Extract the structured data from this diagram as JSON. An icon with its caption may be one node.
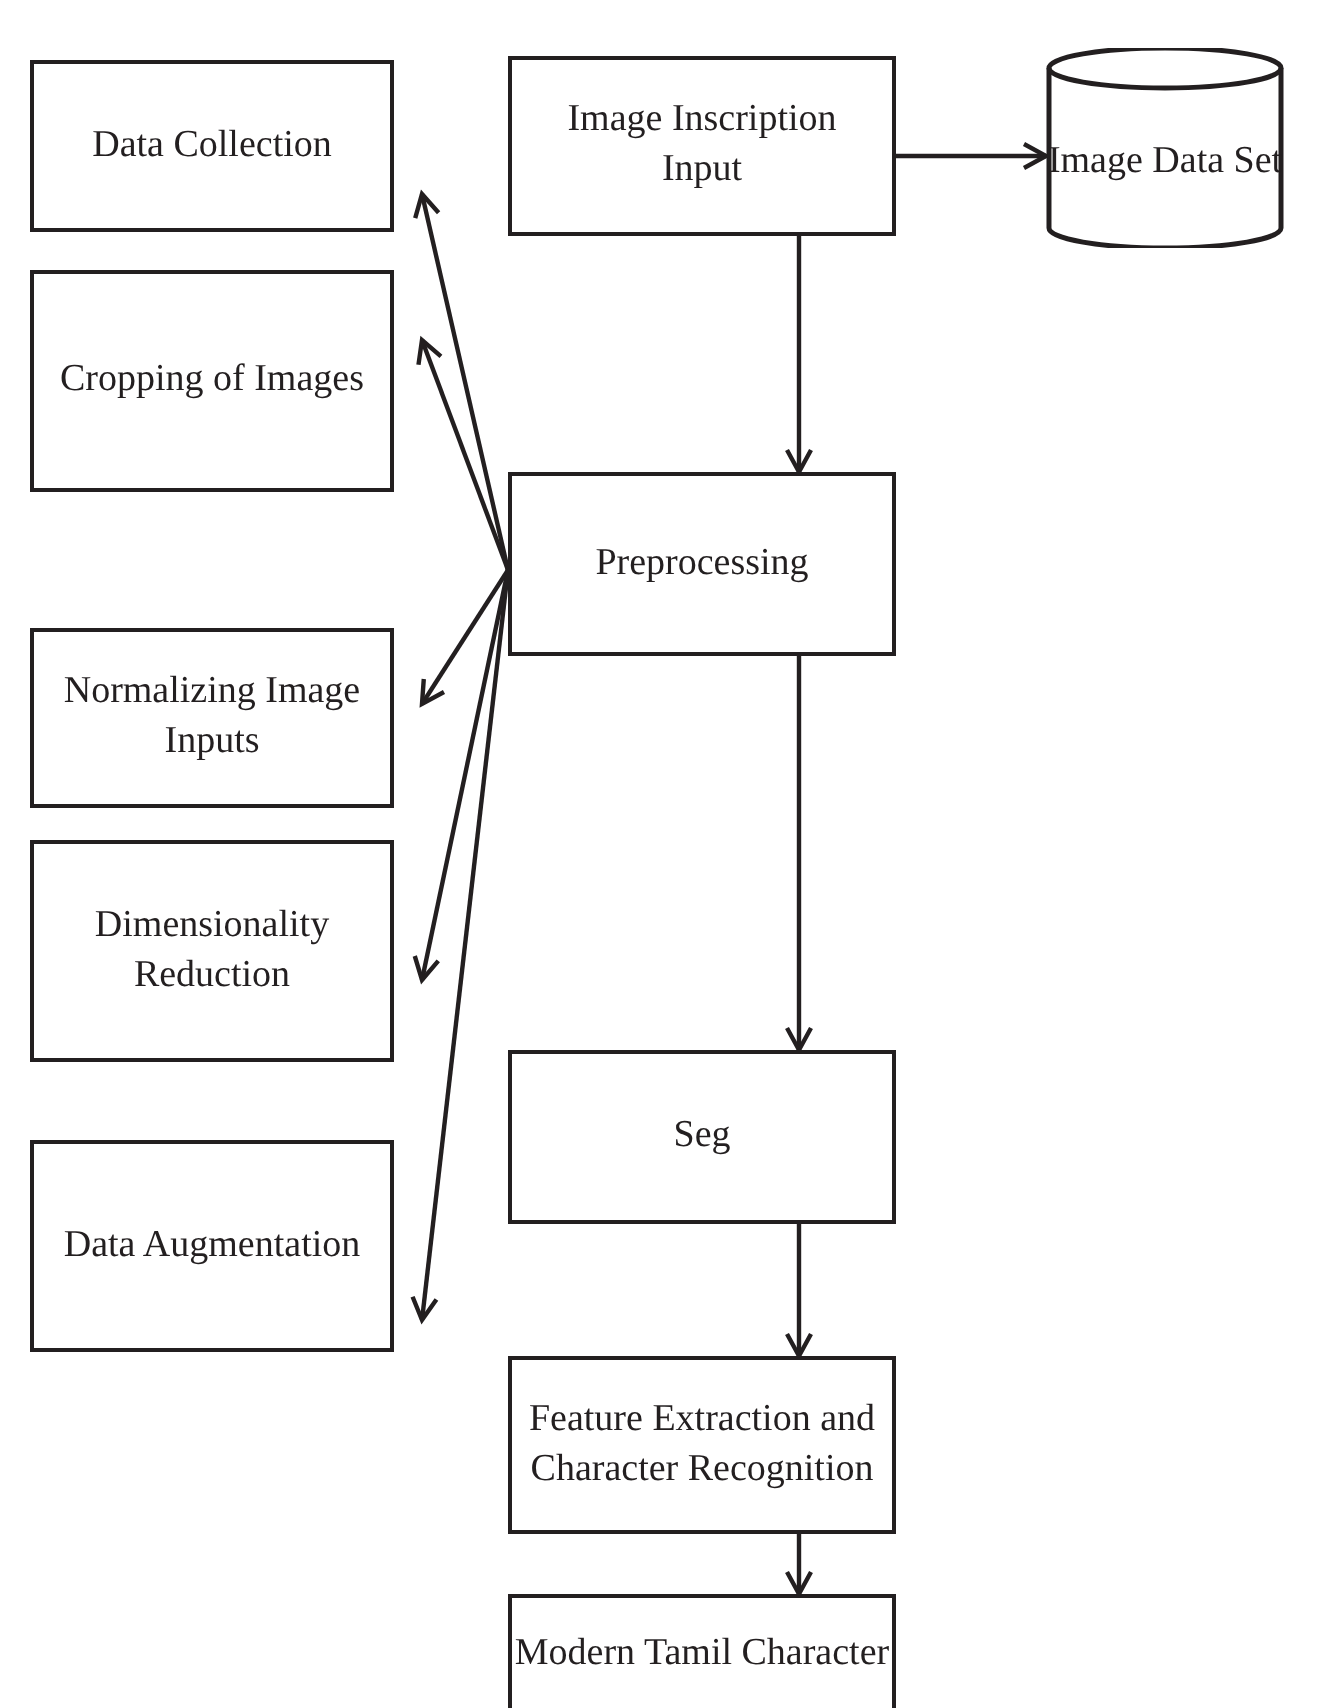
{
  "diagram": {
    "nodes": [
      {
        "text": [
          "Image Inscription Input"
        ]
      },
      {
        "text": [
          "Image Data Set"
        ]
      },
      {
        "text": [
          "Data Collection"
        ]
      },
      {
        "text": [
          "Cropping of Images"
        ]
      },
      {
        "text": [
          "Preprocessing"
        ]
      },
      {
        "text": [
          "Normalizing Image Inputs"
        ]
      },
      {
        "text": [
          "Dimensionality Reduction"
        ]
      },
      {
        "text": [
          "Seg"
        ]
      },
      {
        "text": [
          "Data Augmentation"
        ]
      },
      {
        "text": [
          "Feature Extraction and Character Recognition"
        ]
      },
      {
        "text": [
          "Modern Tamil Character"
        ]
      }
    ],
    "edges": [
      {
        "from": 0,
        "to": 1,
        "arrow": "to"
      },
      {
        "from": 0,
        "to": 4,
        "arrow": "to"
      },
      {
        "from": 4,
        "to": 2,
        "arrow": "to"
      },
      {
        "from": 4,
        "to": 3,
        "arrow": "to"
      },
      {
        "from": 4,
        "to": 5,
        "arrow": "to"
      },
      {
        "from": 4,
        "to": 6,
        "arrow": "to"
      },
      {
        "from": 4,
        "to": 8,
        "arrow": "to"
      },
      {
        "from": 4,
        "to": 7,
        "arrow": "to"
      },
      {
        "from": 7,
        "to": 9,
        "arrow": "to"
      },
      {
        "from": 9,
        "to": 10,
        "arrow": "to"
      }
    ]
  }
}
